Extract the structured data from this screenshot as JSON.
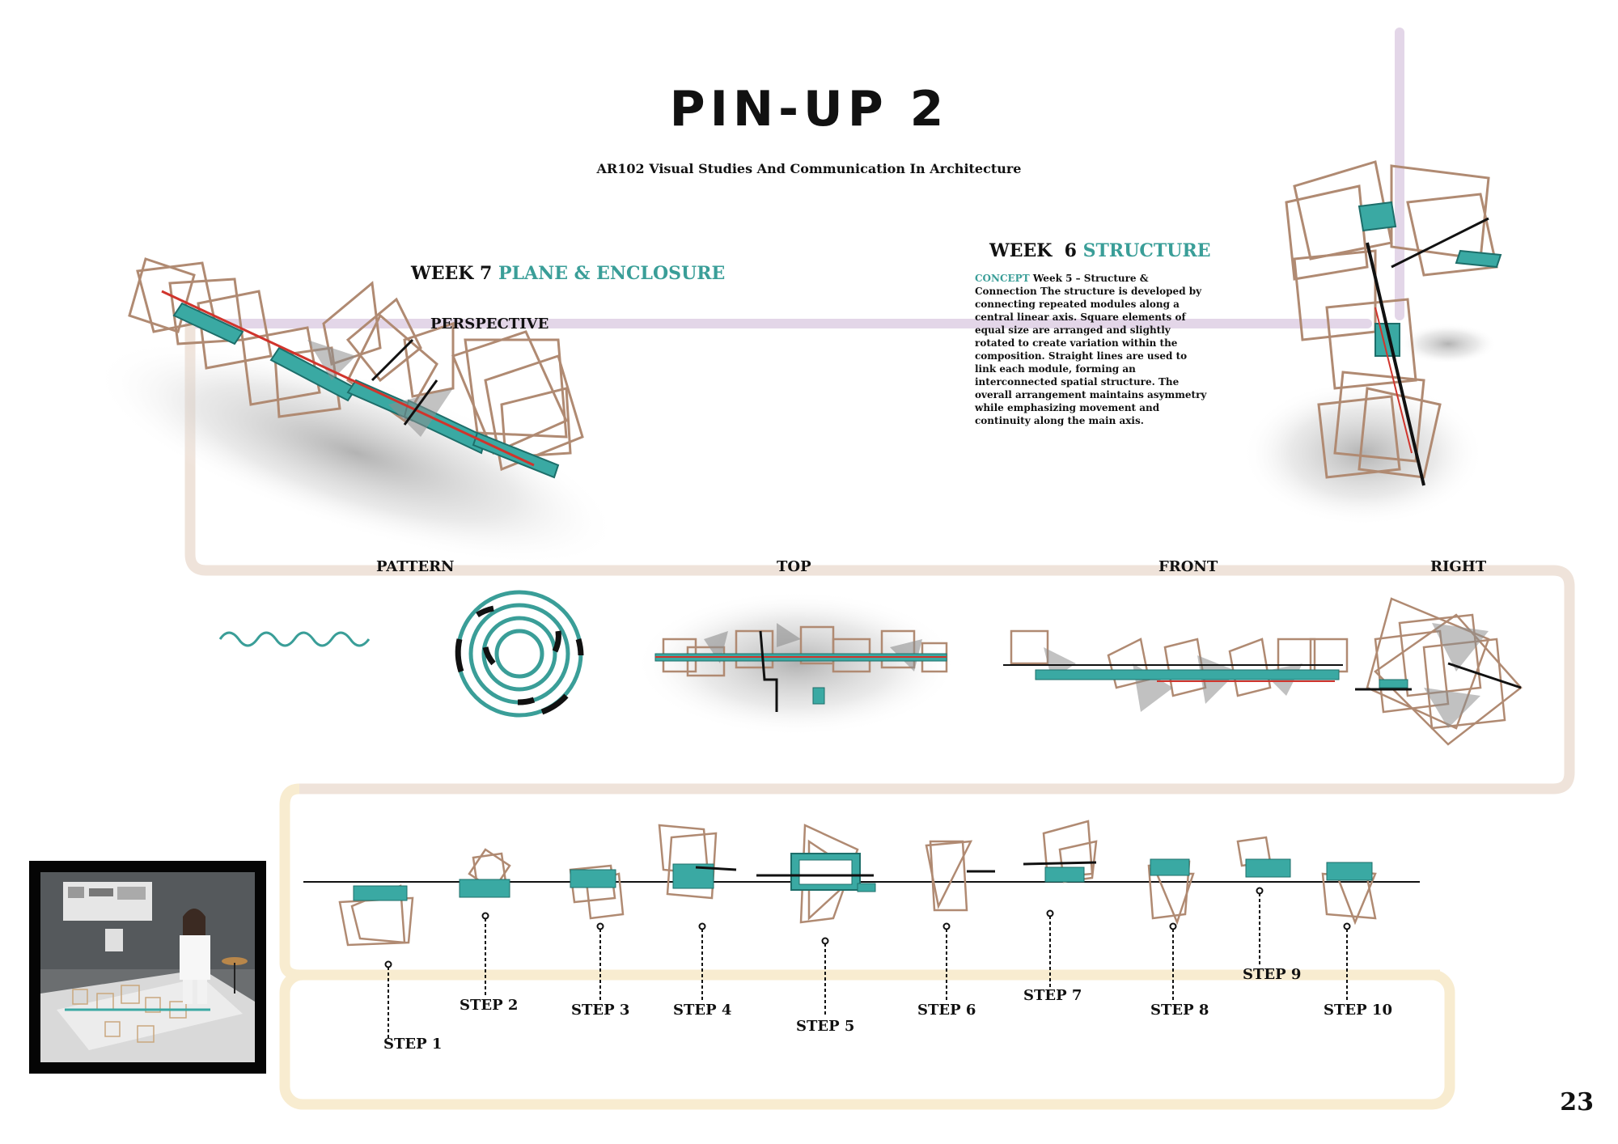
{
  "header": {
    "title": "PIN-UP 2",
    "subtitle": "AR102 Visual Studies And Communication In Architecture"
  },
  "week7": {
    "prefix": "WEEK 7",
    "accent": "PLANE & ENCLOSURE",
    "perspective_label": "PERSPECTIVE"
  },
  "week6": {
    "prefix": "WEEK  6",
    "accent": "STRUCTURE",
    "concept_keyword": "CONCEPT",
    "concept_text": "Week 5 – Structure & Connection The structure is developed by connecting repeated modules along a central linear axis. Square elements of equal size are arranged and slightly rotated to create variation within the composition. Straight lines are used to link each module, forming an interconnected spatial structure. The overall arrangement maintains asymmetry while emphasizing movement and continuity along the main axis."
  },
  "views": {
    "pattern": "PATTERN",
    "top": "TOP",
    "front": "FRONT",
    "right": "RIGHT"
  },
  "steps": [
    "STEP 1",
    "STEP 2",
    "STEP 3",
    "STEP 4",
    "STEP 5",
    "STEP 6",
    "STEP 7",
    "STEP 8",
    "STEP 9",
    "STEP 10"
  ],
  "page_number": "23",
  "colors": {
    "accent_teal": "#3a9e98",
    "frame_wood": "#b08a72",
    "band_lavender": "#e3d6e8",
    "band_sand": "#f0e4dc",
    "band_cream": "#f8eccc",
    "axis_red": "#d0342c"
  }
}
